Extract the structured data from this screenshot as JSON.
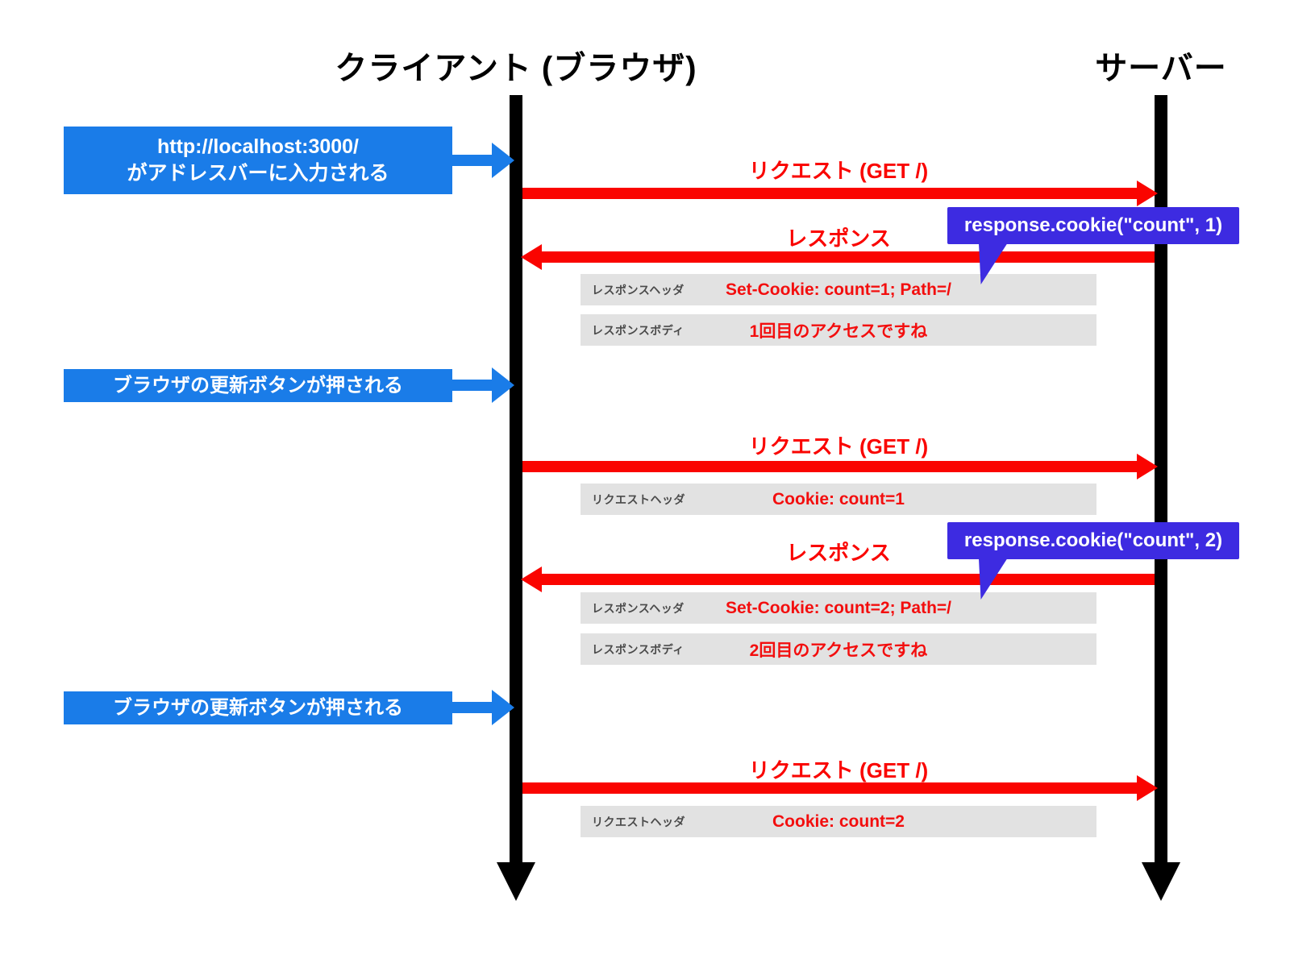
{
  "diagram": {
    "actors": [
      {
        "name": "クライアント (ブラウザ)"
      },
      {
        "name": "サーバー"
      }
    ],
    "client_events": [
      {
        "line1": "http://localhost:3000/",
        "line2": "がアドレスバーに入力される"
      },
      {
        "line1": "ブラウザの更新ボタンが押される"
      },
      {
        "line1": "ブラウザの更新ボタンが押される"
      }
    ],
    "labels": {
      "request": "リクエスト (GET /)",
      "response": "レスポンス"
    },
    "callouts": [
      {
        "text": "response.cookie(\"count\", 1)"
      },
      {
        "text": "response.cookie(\"count\", 2)"
      }
    ],
    "info_rows": [
      {
        "label": "レスポンスヘッダ",
        "value": "Set-Cookie: count=1; Path=/"
      },
      {
        "label": "レスポンスボディ",
        "value": "1回目のアクセスですね"
      },
      {
        "label": "リクエストヘッダ",
        "value": "Cookie: count=1"
      },
      {
        "label": "レスポンスヘッダ",
        "value": "Set-Cookie: count=2; Path=/"
      },
      {
        "label": "レスポンスボディ",
        "value": "2回目のアクセスですね"
      },
      {
        "label": "リクエストヘッダ",
        "value": "Cookie: count=2"
      }
    ],
    "colors": {
      "event_blue": "#1A7CE8",
      "message_red": "#FA0400",
      "value_red": "#F30E0E",
      "callout_purple": "#3D2BE1",
      "row_gray": "#E2E2E2",
      "lifeline_black": "#000000"
    }
  }
}
